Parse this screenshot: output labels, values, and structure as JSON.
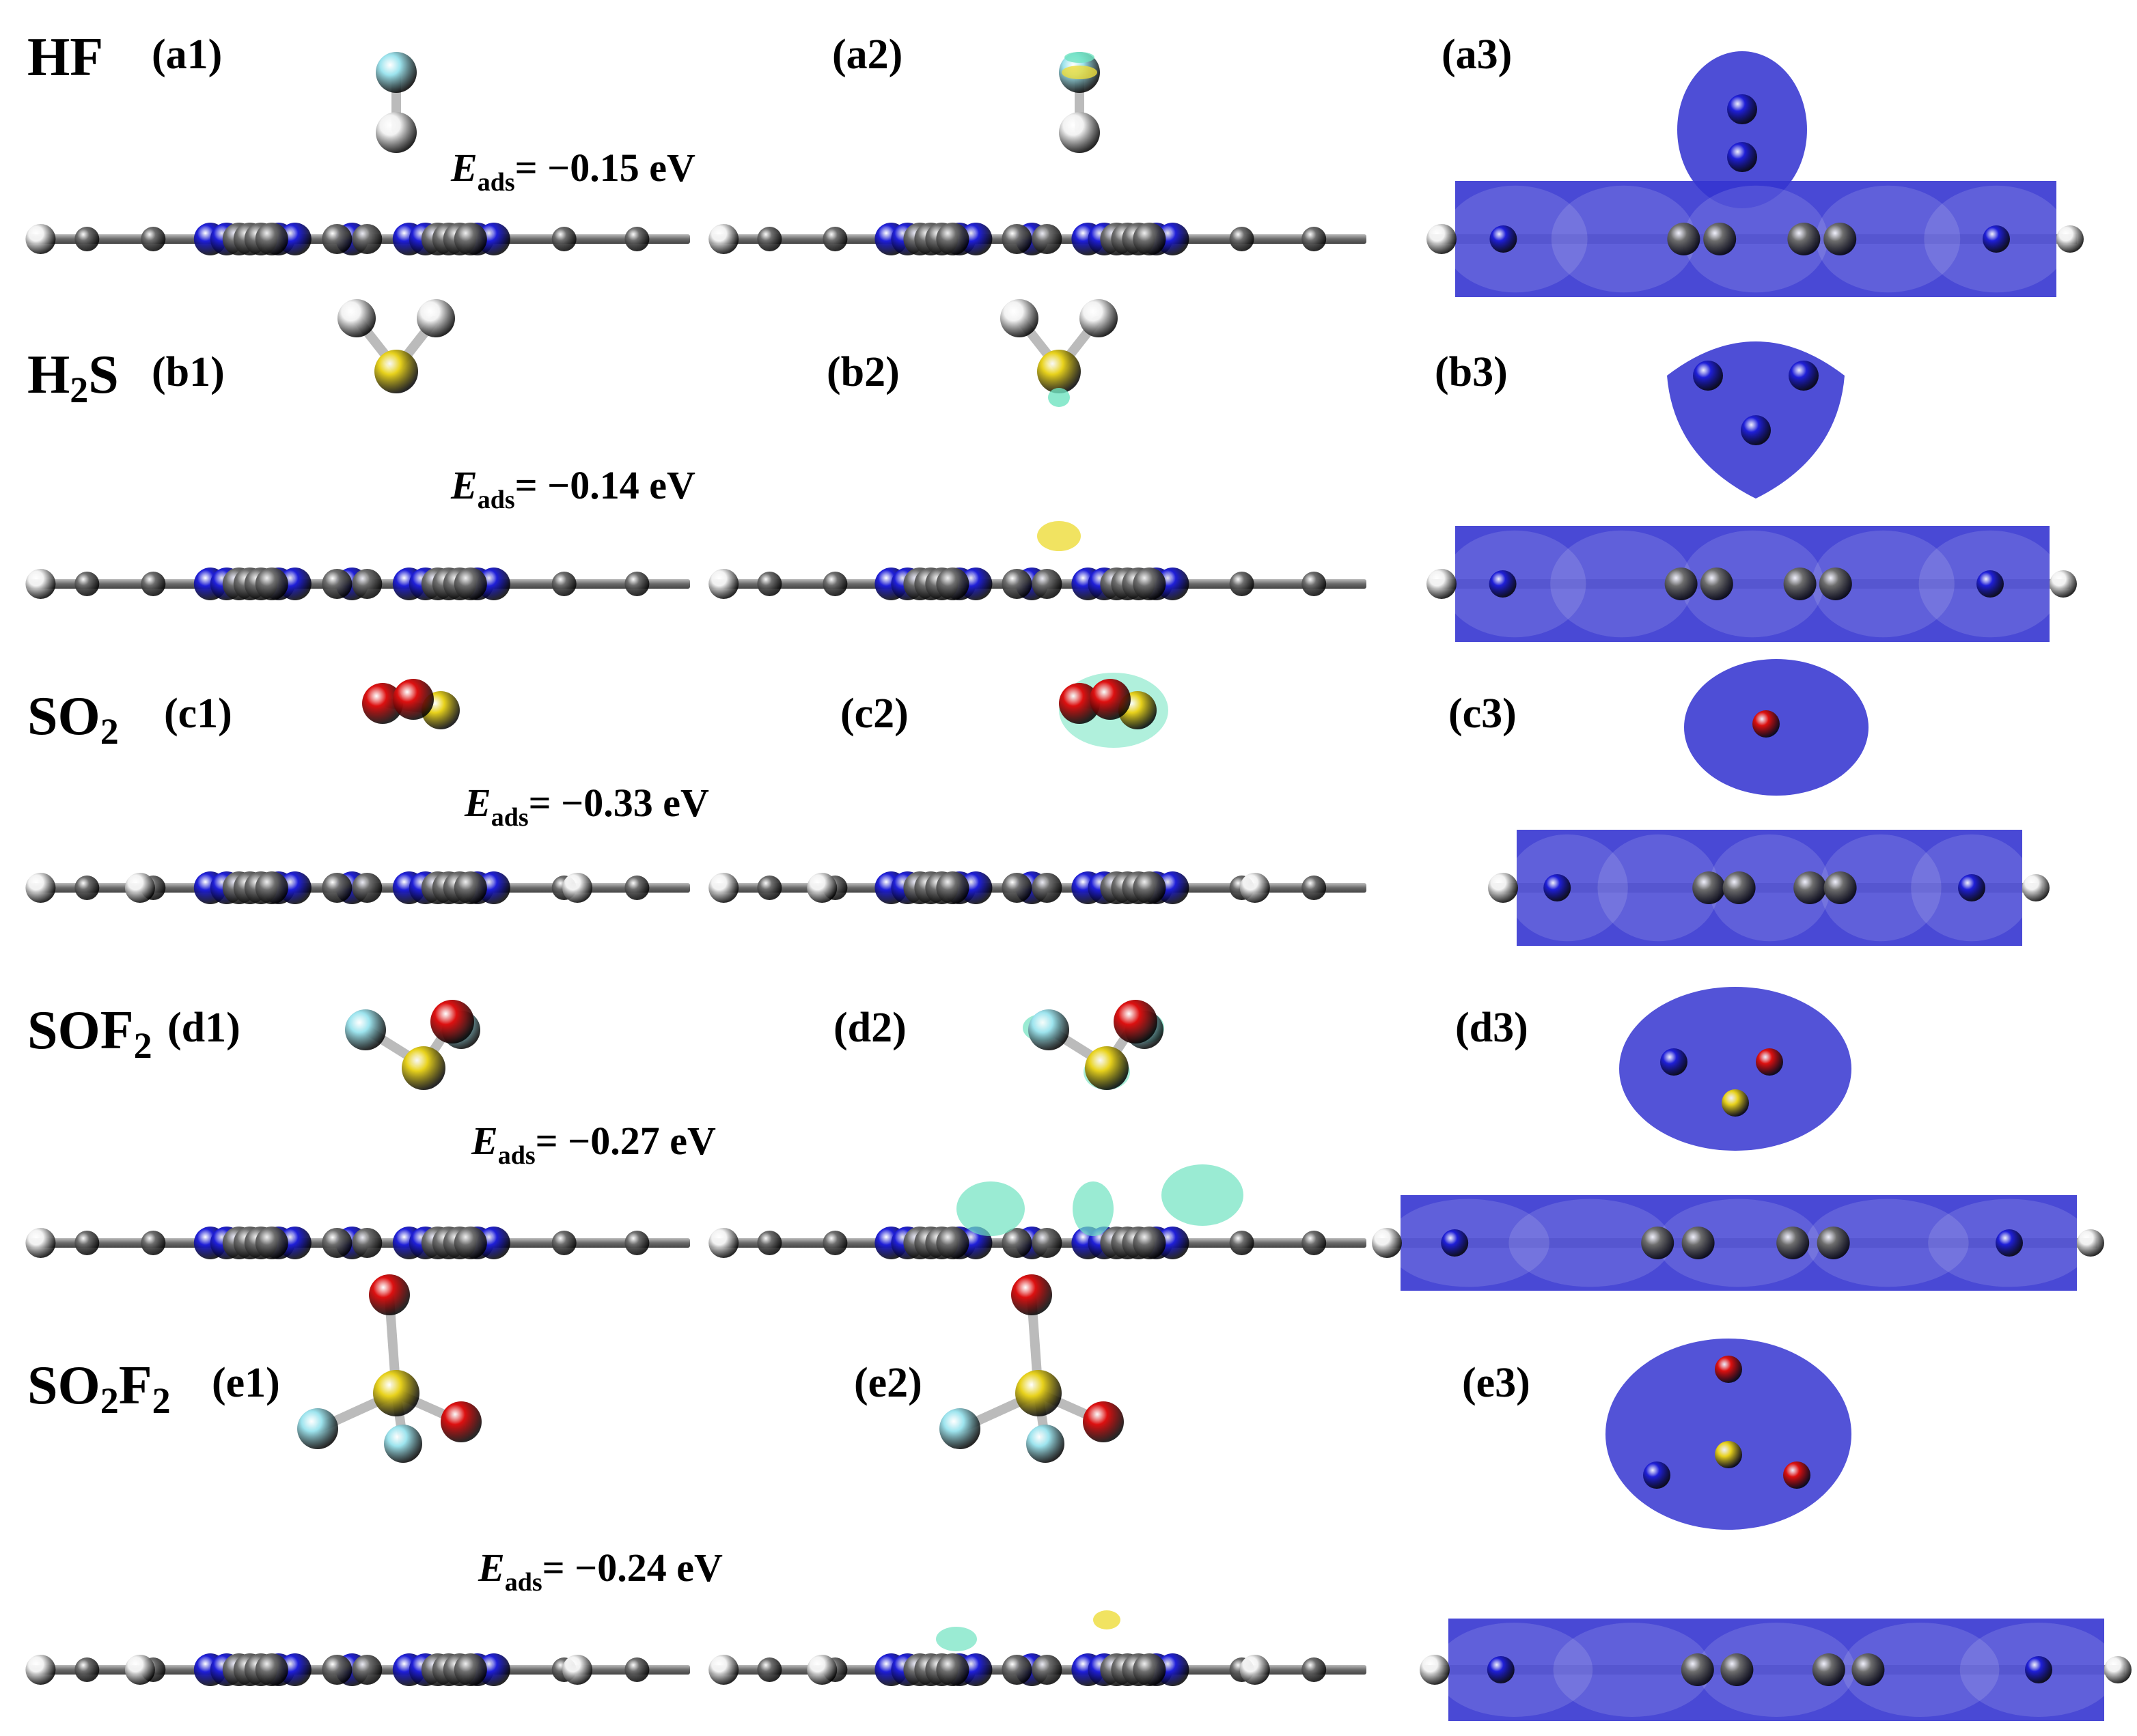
{
  "rows": [
    {
      "molecule": "HF",
      "molecule_sub": [],
      "labels": [
        "(a1)",
        "(a2)",
        "(a3)"
      ],
      "eads_value": "= −0.15 eV"
    },
    {
      "molecule": "H2S",
      "molecule_sub": [
        1
      ],
      "labels": [
        "(b1)",
        "(b2)",
        "(b3)"
      ],
      "eads_value": "= −0.14 eV"
    },
    {
      "molecule": "SO2",
      "molecule_sub": [
        2
      ],
      "labels": [
        "(c1)",
        "(c2)",
        "(c3)"
      ],
      "eads_value": "= −0.33 eV"
    },
    {
      "molecule": "SOF2",
      "molecule_sub": [
        3
      ],
      "labels": [
        "(d1)",
        "(d2)",
        "(d3)"
      ],
      "eads_value": "= −0.27 eV"
    },
    {
      "molecule": "SO2F2",
      "molecule_sub": [
        2,
        4
      ],
      "labels": [
        "(e1)",
        "(e2)",
        "(e3)"
      ],
      "eads_value": "= −0.24 eV"
    }
  ],
  "eads_symbol": "E",
  "eads_subscript": "ads",
  "colors": {
    "carbon": "#6e6e6e",
    "hydrogen": "#f2f2f2",
    "nitrogen": "#1f1fd8",
    "fluorine": "#9de4ee",
    "sulfur": "#e8d21c",
    "oxygen": "#dd1010",
    "charge_accumulation": "#6fe3c0",
    "charge_depletion": "#eddc3a",
    "density_isosurface": "#3535d0"
  }
}
